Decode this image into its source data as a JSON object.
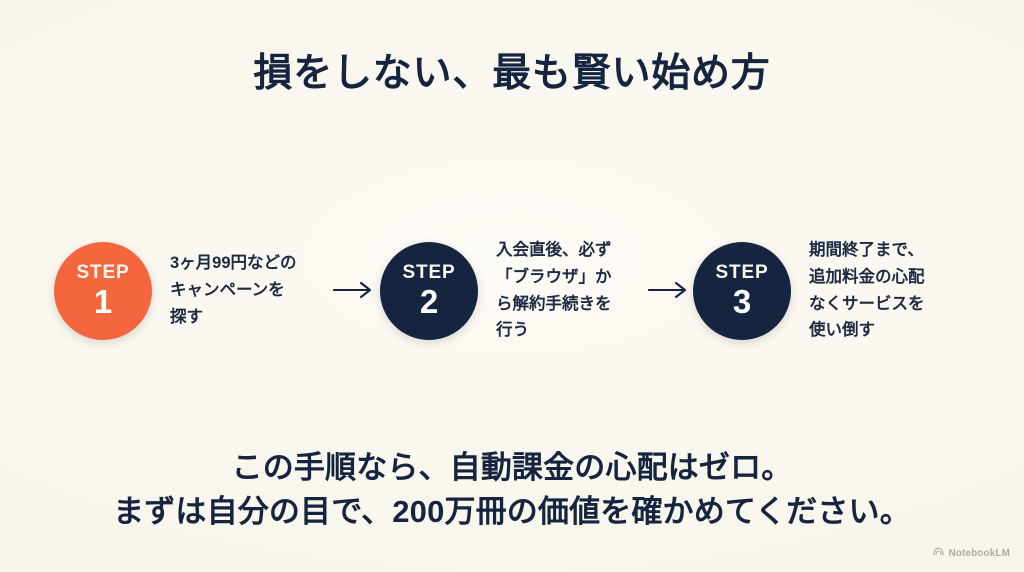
{
  "slide": {
    "background_color": "#faf7ef",
    "title": "損をしない、最も賢い始め方"
  },
  "colors": {
    "accent_orange": "#f4673e",
    "navy": "#16253f",
    "cream": "#faf7ef",
    "text_navy": "#1c2a42"
  },
  "flow": {
    "arrow_glyph": "→",
    "steps": [
      {
        "badge_word": "STEP",
        "badge_number": "1",
        "circle_color": "#f4673e",
        "description": "3ヶ月99円などの\nキャンペーンを\n探す"
      },
      {
        "badge_word": "STEP",
        "badge_number": "2",
        "circle_color": "#16253f",
        "description": "入会直後、必ず\n「ブラウザ」か\nら解約手続きを\n行う"
      },
      {
        "badge_word": "STEP",
        "badge_number": "3",
        "circle_color": "#16253f",
        "description": "期間終了まで、\n追加料金の心配\nなくサービスを\n使い倒す"
      }
    ]
  },
  "bottom_message": {
    "line1": "この手順なら、自動課金の心配はゼロ。",
    "line2": "まずは自分の目で、200万冊の価値を確かめてください。"
  },
  "watermark": {
    "label": "NotebookLM",
    "icon": "notebooklm-icon"
  }
}
